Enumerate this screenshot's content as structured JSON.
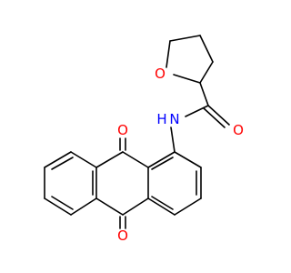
{
  "molecule": {
    "atoms": {
      "ring_oxygen": {
        "symbol": "O",
        "color": "#ff0000"
      },
      "amide_nitrogen": {
        "symbol": "N",
        "color": "#0000ff"
      },
      "amide_hydrogen": {
        "symbol": "H",
        "color": "#0000ff"
      },
      "amide_oxygen": {
        "symbol": "O",
        "color": "#ff0000"
      },
      "quinone_oxygen_top": {
        "symbol": "O",
        "color": "#ff0000"
      },
      "quinone_oxygen_bottom": {
        "symbol": "O",
        "color": "#ff0000"
      }
    },
    "bond_color": "#000000"
  }
}
